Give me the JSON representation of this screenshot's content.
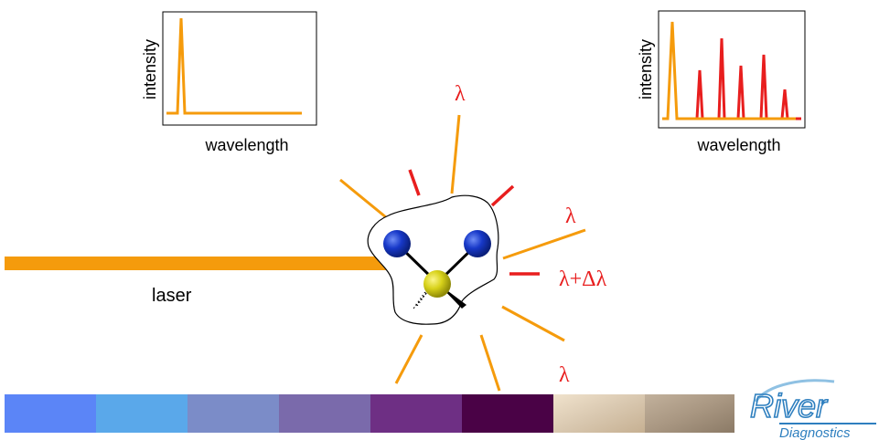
{
  "colors": {
    "laser": "#f59b0c",
    "shifted": "#e81e1e",
    "lambda_text": "#e81e1e",
    "atom_blue": "#1738c8",
    "atom_yellow": "#d8d21a",
    "logo_blue": "#2e7fbf"
  },
  "spectrum_left": {
    "ylabel": "intensity",
    "xlabel": "wavelength"
  },
  "spectrum_right": {
    "ylabel": "intensity",
    "xlabel": "wavelength"
  },
  "labels": {
    "laser": "laser",
    "lambda_top": "λ",
    "lambda_right": "λ",
    "lambda_shift": "λ+Δλ",
    "lambda_bottom": "λ"
  },
  "color_strip": [
    "#5b85f7",
    "#5aa8ea",
    "#7b8cc8",
    "#7a6aab",
    "#6e2f84",
    "#4a0246",
    "#d9c8b0",
    "#a99782"
  ],
  "logo": {
    "brand": "River",
    "subtitle": "Diagnostics"
  }
}
